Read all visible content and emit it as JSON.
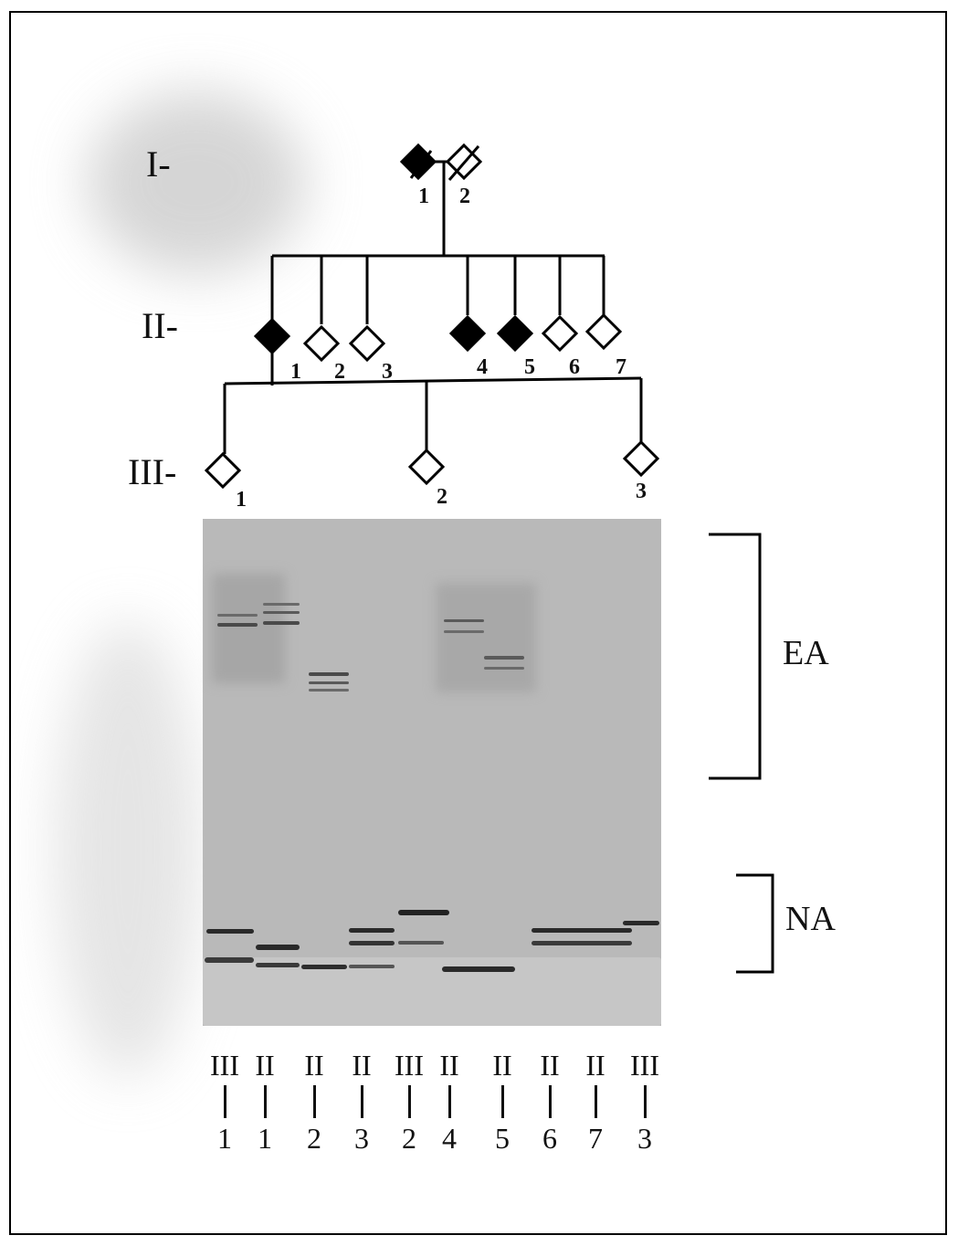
{
  "pedigree": {
    "generations": [
      "I-",
      "II-",
      "III-"
    ],
    "gen1": {
      "labels": [
        "1",
        "2"
      ]
    },
    "gen2": {
      "labels": [
        "1",
        "2",
        "3",
        "4",
        "5",
        "6",
        "7"
      ],
      "affected": [
        true,
        false,
        false,
        true,
        true,
        false,
        false
      ]
    },
    "gen3": {
      "labels": [
        "1",
        "2",
        "3"
      ]
    }
  },
  "gel": {
    "brackets": [
      "EA",
      "NA"
    ],
    "lanes": [
      {
        "gen": "III",
        "num": "1"
      },
      {
        "gen": "II",
        "num": "1"
      },
      {
        "gen": "II",
        "num": "2"
      },
      {
        "gen": "II",
        "num": "3"
      },
      {
        "gen": "III",
        "num": "2"
      },
      {
        "gen": "II",
        "num": "4"
      },
      {
        "gen": "II",
        "num": "5"
      },
      {
        "gen": "II",
        "num": "6"
      },
      {
        "gen": "II",
        "num": "7"
      },
      {
        "gen": "III",
        "num": "3"
      }
    ]
  },
  "colors": {
    "gel_background": "#b9b9b9",
    "band": "#2a2a2a",
    "affected_fill": "#000000"
  }
}
